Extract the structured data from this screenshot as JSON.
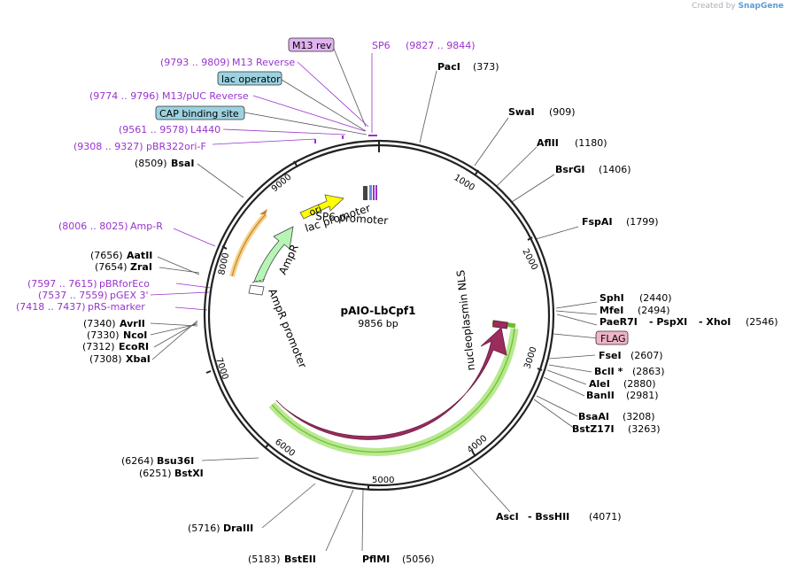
{
  "brand": {
    "prefix": "Created by",
    "name": "SnapGene"
  },
  "plasmid": {
    "name": "pAIO-LbCpf1",
    "size": "9856 bp"
  },
  "ticks": [
    "1000",
    "2000",
    "3000",
    "4000",
    "5000",
    "6000",
    "7000",
    "8000",
    "9000"
  ],
  "features": {
    "lbcpf1": "LbCpf1",
    "nls": "nucleoplasmin NLS",
    "ori": "ori",
    "ampr": "AmpR",
    "ampr_promoter": "AmpR promoter",
    "lac_promoter": "lac promoter",
    "sp6_promoter": "SP6 promoter"
  },
  "boxed_features": {
    "m13rev": "M13 rev",
    "lac_operator": "lac operator",
    "cap": "CAP binding site",
    "flag": "FLAG"
  },
  "primers": {
    "sp6": {
      "name": "SP6",
      "pos": "(9827 .. 9844)"
    },
    "m13reverse": {
      "name": "M13 Reverse",
      "pos": "(9793 .. 9809)"
    },
    "m13puc": {
      "name": "M13/pUC Reverse",
      "pos": "(9774 .. 9796)"
    },
    "l4440": {
      "name": "L4440",
      "pos": "(9561 .. 9578)"
    },
    "pbr322": {
      "name": "pBR322ori-F",
      "pos": "(9308 .. 9327)"
    },
    "ampr": {
      "name": "Amp-R",
      "pos": "(8006 .. 8025)"
    },
    "pbrforeco": {
      "name": "pBRforEco",
      "pos": "(7597 .. 7615)"
    },
    "pgex": {
      "name": "pGEX 3'",
      "pos": "(7537 .. 7559)"
    },
    "prs": {
      "name": "pRS-marker",
      "pos": "(7418 .. 7437)"
    }
  },
  "sites": {
    "paci": {
      "name": "PacI",
      "pos": "(373)"
    },
    "swai": {
      "name": "SwaI",
      "pos": "(909)"
    },
    "aflii": {
      "name": "AflII",
      "pos": "(1180)"
    },
    "bsrgi": {
      "name": "BsrGI",
      "pos": "(1406)"
    },
    "fspai": {
      "name": "FspAI",
      "pos": "(1799)"
    },
    "sphi": {
      "name": "SphI",
      "pos": "(2440)"
    },
    "mfei": {
      "name": "MfeI",
      "pos": "(2494)"
    },
    "paer7i": {
      "name": "PaeR7I",
      "name2": "PspXI",
      "name3": "XhoI",
      "pos": "(2546)"
    },
    "fsei": {
      "name": "FseI",
      "pos": "(2607)"
    },
    "bcli": {
      "name": "BclI *",
      "pos": "(2863)"
    },
    "alei": {
      "name": "AleI",
      "pos": "(2880)"
    },
    "banii": {
      "name": "BanII",
      "pos": "(2981)"
    },
    "bsaai": {
      "name": "BsaAI",
      "pos": "(3208)"
    },
    "bstz17i": {
      "name": "BstZ17I",
      "pos": "(3263)"
    },
    "asci": {
      "name": "AscI",
      "name2": "BssHII",
      "pos": "(4071)"
    },
    "pflmi": {
      "name": "PflMI",
      "pos": "(5056)"
    },
    "bsteii": {
      "name": "BstEII",
      "pos": "(5183)"
    },
    "draiii": {
      "name": "DraIII",
      "pos": "(5716)"
    },
    "bsu36i": {
      "name": "Bsu36I",
      "pos": "(6264)"
    },
    "bstxi": {
      "name": "BstXI",
      "pos": "(6251)"
    },
    "xbai": {
      "name": "XbaI",
      "pos": "(7308)"
    },
    "ecori": {
      "name": "EcoRI",
      "pos": "(7312)"
    },
    "ncoi": {
      "name": "NcoI",
      "pos": "(7330)"
    },
    "avrii": {
      "name": "AvrII",
      "pos": "(7340)"
    },
    "zrai": {
      "name": "ZraI",
      "pos": "(7654)"
    },
    "aatii": {
      "name": "AatII",
      "pos": "(7656)"
    },
    "bsai": {
      "name": "BsaI",
      "pos": "(8509)"
    }
  },
  "colors": {
    "backbone": "#222222",
    "lbcpf1": "#9b2c5e",
    "highlight_green": "#6bbf2a",
    "ori": "#ffff00",
    "ampr": "#b6f5b6",
    "ampr_promoter_arc": "#c8802a",
    "primer": "#9933cc",
    "m13rev_box": "#e0b3f0",
    "lac_box": "#9cd2e0",
    "flag_box": "#f0b3c8"
  }
}
